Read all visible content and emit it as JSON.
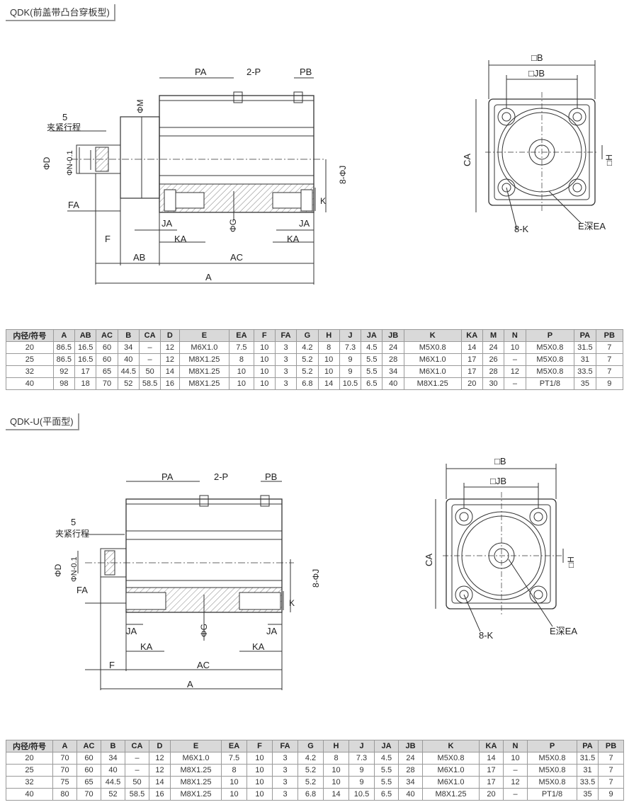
{
  "section1": {
    "title": "QDK(前盖带凸台穿板型)",
    "side_labels": {
      "pa": "PA",
      "two_p": "2-P",
      "pb": "PB",
      "phi_m": "ΦM",
      "five": "5",
      "stroke": "夹紧行程",
      "phi_d": "ΦD",
      "phi_n": "ΦN-0.1",
      "eight_phi_j": "8-ΦJ",
      "k": "K",
      "fa": "FA",
      "ja_left": "JA",
      "phi_g": "ΦG",
      "ja_right": "JA",
      "f": "F",
      "ka_left": "KA",
      "ka_right": "KA",
      "ab": "AB",
      "ac": "AC",
      "a": "A"
    },
    "front_labels": {
      "b": "□B",
      "jb": "□JB",
      "ca": "CA",
      "h": "□H",
      "eight_k": "8-K",
      "e_ea": "E深EA"
    },
    "table": {
      "headers": [
        "内径/符号",
        "A",
        "AB",
        "AC",
        "B",
        "CA",
        "D",
        "E",
        "EA",
        "F",
        "FA",
        "G",
        "H",
        "J",
        "JA",
        "JB",
        "K",
        "KA",
        "M",
        "N",
        "P",
        "PA",
        "PB"
      ],
      "rows": [
        [
          "20",
          "86.5",
          "16.5",
          "60",
          "34",
          "–",
          "12",
          "M6X1.0",
          "7.5",
          "10",
          "3",
          "4.2",
          "8",
          "7.3",
          "4.5",
          "24",
          "M5X0.8",
          "14",
          "24",
          "10",
          "M5X0.8",
          "31.5",
          "7"
        ],
        [
          "25",
          "86.5",
          "16.5",
          "60",
          "40",
          "–",
          "12",
          "M8X1.25",
          "8",
          "10",
          "3",
          "5.2",
          "10",
          "9",
          "5.5",
          "28",
          "M6X1.0",
          "17",
          "26",
          "–",
          "M5X0.8",
          "31",
          "7"
        ],
        [
          "32",
          "92",
          "17",
          "65",
          "44.5",
          "50",
          "14",
          "M8X1.25",
          "10",
          "10",
          "3",
          "5.2",
          "10",
          "9",
          "5.5",
          "34",
          "M6X1.0",
          "17",
          "28",
          "12",
          "M5X0.8",
          "33.5",
          "7"
        ],
        [
          "40",
          "98",
          "18",
          "70",
          "52",
          "58.5",
          "16",
          "M8X1.25",
          "10",
          "10",
          "3",
          "6.8",
          "14",
          "10.5",
          "6.5",
          "40",
          "M8X1.25",
          "20",
          "30",
          "–",
          "PT1/8",
          "35",
          "9"
        ]
      ]
    }
  },
  "section2": {
    "title": "QDK-U(平面型)",
    "side_labels": {
      "pa": "PA",
      "two_p": "2-P",
      "pb": "PB",
      "five": "5",
      "stroke": "夹紧行程",
      "phi_d": "ΦD",
      "phi_n": "ΦN-0.1",
      "eight_phi_j": "8-ΦJ",
      "k": "K",
      "fa": "FA",
      "ja_left": "JA",
      "phi_g": "ΦG",
      "ja_right": "JA",
      "ka_left": "KA",
      "ka_right": "KA",
      "f": "F",
      "ac": "AC",
      "a": "A"
    },
    "front_labels": {
      "b": "□B",
      "jb": "□JB",
      "ca": "CA",
      "h": "□H",
      "eight_k": "8-K",
      "e_ea": "E深EA"
    },
    "table": {
      "headers": [
        "内径/符号",
        "A",
        "AC",
        "B",
        "CA",
        "D",
        "E",
        "EA",
        "F",
        "FA",
        "G",
        "H",
        "J",
        "JA",
        "JB",
        "K",
        "KA",
        "N",
        "P",
        "PA",
        "PB"
      ],
      "rows": [
        [
          "20",
          "70",
          "60",
          "34",
          "–",
          "12",
          "M6X1.0",
          "7.5",
          "10",
          "3",
          "4.2",
          "8",
          "7.3",
          "4.5",
          "24",
          "M5X0.8",
          "14",
          "10",
          "M5X0.8",
          "31.5",
          "7"
        ],
        [
          "25",
          "70",
          "60",
          "40",
          "–",
          "12",
          "M8X1.25",
          "8",
          "10",
          "3",
          "5.2",
          "10",
          "9",
          "5.5",
          "28",
          "M6X1.0",
          "17",
          "–",
          "M5X0.8",
          "31",
          "7"
        ],
        [
          "32",
          "75",
          "65",
          "44.5",
          "50",
          "14",
          "M8X1.25",
          "10",
          "10",
          "3",
          "5.2",
          "10",
          "9",
          "5.5",
          "34",
          "M6X1.0",
          "17",
          "12",
          "M5X0.8",
          "33.5",
          "7"
        ],
        [
          "40",
          "80",
          "70",
          "52",
          "58.5",
          "16",
          "M8X1.25",
          "10",
          "10",
          "3",
          "6.8",
          "14",
          "10.5",
          "6.5",
          "40",
          "M8X1.25",
          "20",
          "–",
          "PT1/8",
          "35",
          "9"
        ]
      ]
    }
  }
}
